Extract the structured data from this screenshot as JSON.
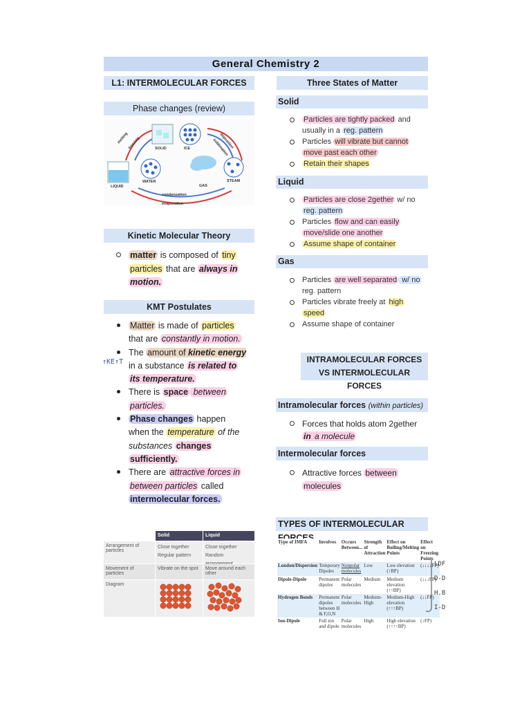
{
  "title": "General Chemistry 2",
  "left": {
    "lesson": "L1: INTERMOLECULAR FORCES",
    "phase_changes": "Phase changes (review)",
    "phase_diagram_labels": [
      "SOLID",
      "ICE",
      "LIQUID",
      "WATER",
      "GAS",
      "STEAM",
      "melting",
      "freezing",
      "deposition",
      "sublimation",
      "condensation",
      "evaporation"
    ],
    "kmt_title": "Kinetic Molecular Theory",
    "kmt": {
      "w1": "matter",
      "w2": " is composed of ",
      "w3": "tiny",
      "w4": "particles",
      "w5": " that are ",
      "w6": "always in",
      "w7": "motion."
    },
    "postulates_title": "KMT Postulates",
    "p1": {
      "a": "Matter",
      "b": " is made of ",
      "c": "particles",
      "d": "that are ",
      "e": "constantly in motion."
    },
    "p2": {
      "a": "The ",
      "b": "amount of ",
      "c": "kinetic energy",
      "d": "in a substance ",
      "e": "is related to",
      "f": "its temperature."
    },
    "p3": {
      "a": "There is ",
      "b": "space",
      "c": " between",
      "d": "particles."
    },
    "p4": {
      "a": "Phase changes",
      "b": " happen",
      "c": "when the ",
      "d": "temperature",
      "e": " of the",
      "f": "substances ",
      "g": "changes",
      "h": "sufficiently."
    },
    "p5": {
      "a": "There are ",
      "b": "attractive forces in",
      "c": "between particles",
      "d": " called",
      "e": "intermolecular forces."
    },
    "margin_note": "↑KE↑T",
    "table": {
      "headers": [
        "",
        "Solid",
        "Liquid"
      ],
      "rows": [
        {
          "label": "Arrangement of particles",
          "solid": "Close together",
          "liquid": "Close together",
          "solid2": "Regular pattern",
          "liquid2": "Random arrangement"
        },
        {
          "label": "Movement of particles",
          "solid": "Vibrate on the spot",
          "liquid": "Move around each other"
        },
        {
          "label": "Diagram"
        }
      ]
    }
  },
  "right": {
    "states_title": "Three States of Matter",
    "solid_head": "Solid",
    "solid": {
      "a1": "Particles are tightly packed",
      "a2": " and",
      "a3": "usually in a ",
      "a4": "reg. pattern",
      "b1": "Particles ",
      "b2": "will vibrate but cannot",
      "b3": "move past each other",
      "c1": "Retain their shapes"
    },
    "liquid_head": "Liquid",
    "liquid": {
      "a1": "Particles are close 2gether",
      "a2": " w/ no",
      "a3": "reg. pattern",
      "b1": "Particles ",
      "b2": "flow and can easily",
      "b3": "move/slide one another",
      "c1": "Assume shape of container"
    },
    "gas_head": "Gas",
    "gas": {
      "a1": "Particles ",
      "a2": "are well separated",
      "a3": " w/ no",
      "a4": "reg. pattern",
      "b1": "Particles vibrate freely at ",
      "b2": "high",
      "b3": "speed",
      "c1": "Assume shape of container"
    },
    "intra_vs_inter": "INTRAMOLECULAR FORCES VS INTERMOLECULAR FORCES",
    "intra_head": "Intramolecular forces",
    "intra_sub": "(within particles)",
    "intra": {
      "a": "Forces that holds atom 2gether",
      "b": "in",
      "c": " a molecule"
    },
    "inter_head": "Intermolecular forces",
    "inter": {
      "a": "Attractive forces ",
      "b": "between",
      "c": "molecules"
    },
    "types_title": "TYPES OF INTERMOLECULAR FORCES",
    "imfa_table": {
      "headers": [
        "Type of IMFA",
        "Involves",
        "Occurs Between...",
        "Strength of Attraction",
        "Effect on Boiling/Melting Points",
        "Effect on Freezing Points"
      ],
      "rows": [
        [
          "London/Dispersion",
          "Temporary Dipoles",
          "Nonpolar molecules",
          "Low",
          "Low elevation (↑BP)",
          "(↓↓↓↓FP)"
        ],
        [
          "Dipole-Dipole",
          "Permanent dipoles",
          "Polar molecules",
          "Medium",
          "Medium elevation (↑↑BP)",
          "(↓↓↓FP)"
        ],
        [
          "Hydrogen Bonds",
          "Permanent dipoles between H & F,O,N",
          "Polar molecules",
          "Medium-High",
          "Medium-High elevation (↑↑↑BP)",
          "(↓↓FP)"
        ],
        [
          "Ion-Dipole",
          "Full ion and dipole",
          "Polar molecules",
          "High",
          "High elevation (↑↑↑↑BP)",
          "(↓FP)"
        ]
      ]
    },
    "side_notes": [
      "LDF",
      "D-D",
      "H.B",
      "I-D"
    ]
  }
}
